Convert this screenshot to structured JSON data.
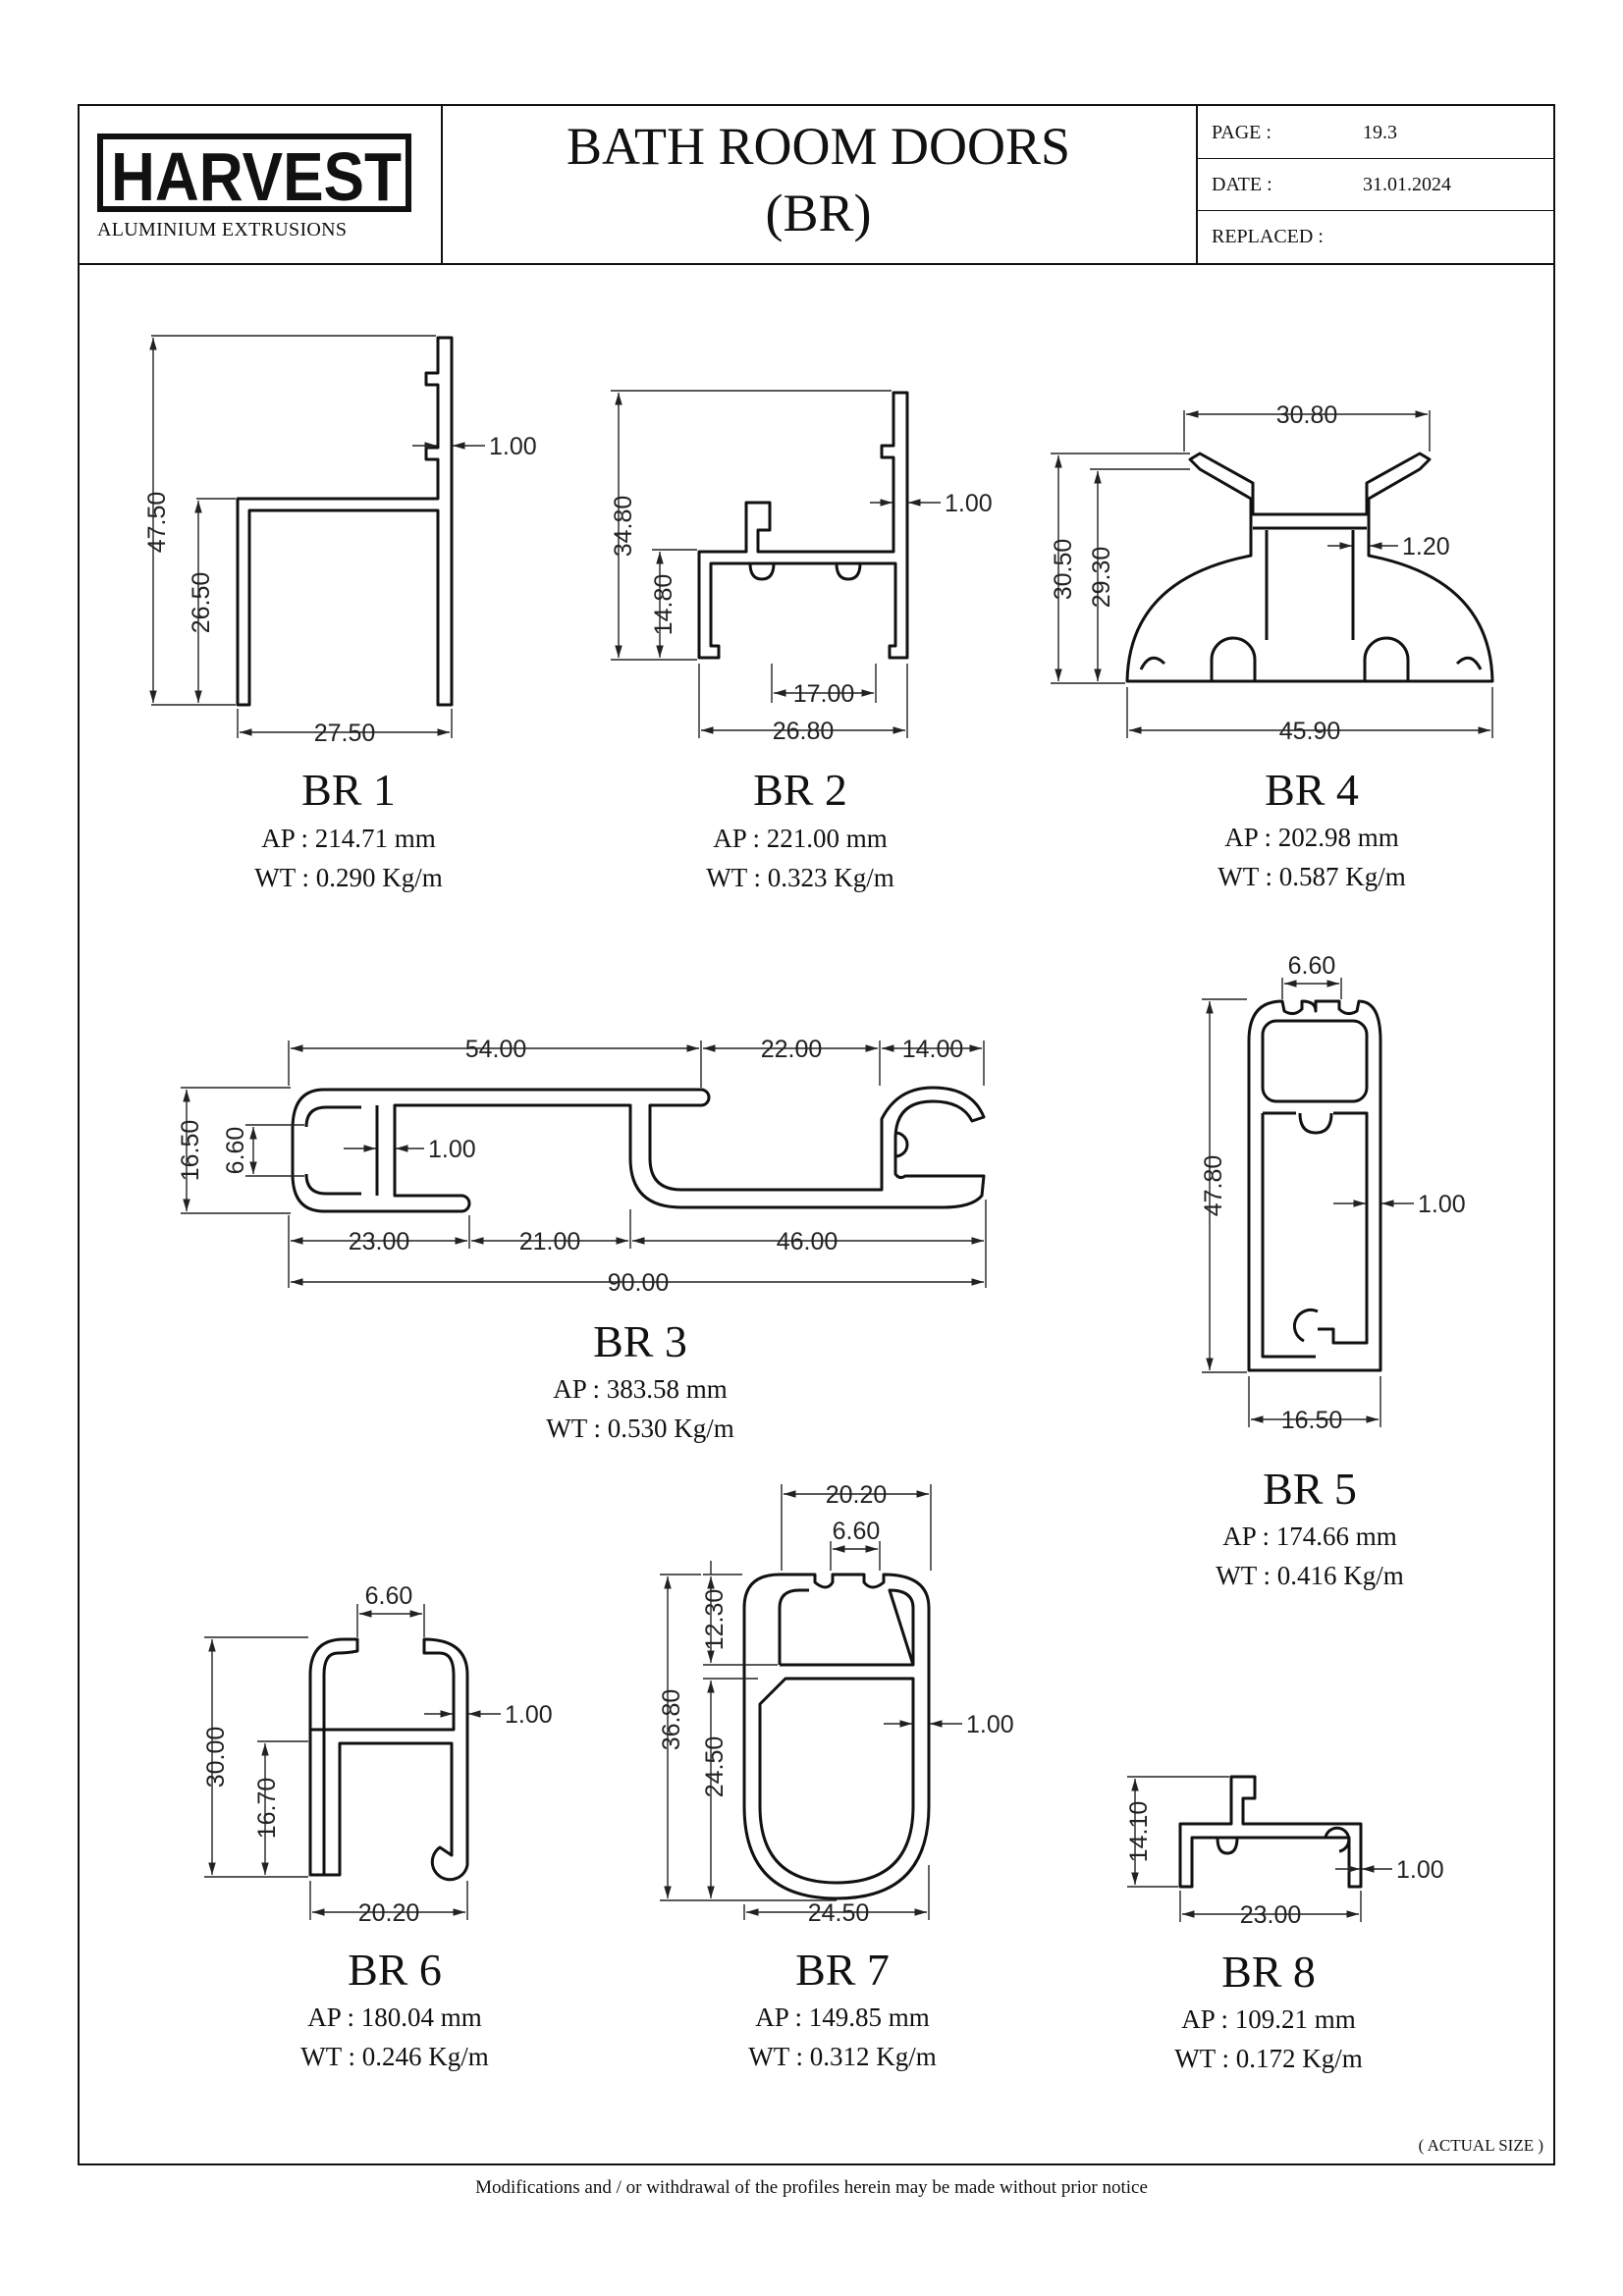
{
  "header": {
    "logo_text": "HARVEST",
    "logo_subtitle": "ALUMINIUM EXTRUSIONS",
    "title_line1": "BATH ROOM DOORS",
    "title_line2": "(BR)",
    "page_label": "PAGE :",
    "page_value": "19.3",
    "date_label": "DATE :",
    "date_value": "31.01.2024",
    "replaced_label": "REPLACED :",
    "replaced_value": ""
  },
  "profiles": {
    "br1": {
      "name": "BR 1",
      "ap": "AP : 214.71 mm",
      "wt": "WT : 0.290 Kg/m",
      "dims": [
        "47.50",
        "26.50",
        "1.00",
        "27.50"
      ]
    },
    "br2": {
      "name": "BR 2",
      "ap": "AP : 221.00 mm",
      "wt": "WT : 0.323 Kg/m",
      "dims": [
        "34.80",
        "14.80",
        "1.00",
        "17.00",
        "26.80"
      ]
    },
    "br4": {
      "name": "BR 4",
      "ap": "AP : 202.98 mm",
      "wt": "WT : 0.587 Kg/m",
      "dims": [
        "30.80",
        "30.50",
        "29.30",
        "1.20",
        "45.90"
      ]
    },
    "br3": {
      "name": "BR 3",
      "ap": "AP : 383.58 mm",
      "wt": "WT : 0.530 Kg/m",
      "dims": [
        "54.00",
        "22.00",
        "14.00",
        "16.50",
        "6.60",
        "1.00",
        "23.00",
        "21.00",
        "46.00",
        "90.00"
      ]
    },
    "br5": {
      "name": "BR 5",
      "ap": "AP : 174.66 mm",
      "wt": "WT : 0.416 Kg/m",
      "dims": [
        "6.60",
        "47.80",
        "1.00",
        "16.50"
      ]
    },
    "br6": {
      "name": "BR 6",
      "ap": "AP : 180.04 mm",
      "wt": "WT : 0.246 Kg/m",
      "dims": [
        "6.60",
        "30.00",
        "16.70",
        "1.00",
        "20.20"
      ]
    },
    "br7": {
      "name": "BR 7",
      "ap": "AP : 149.85 mm",
      "wt": "WT : 0.312 Kg/m",
      "dims": [
        "20.20",
        "6.60",
        "12.30",
        "36.80",
        "24.50",
        "1.00",
        "24.50"
      ]
    },
    "br8": {
      "name": "BR 8",
      "ap": "AP : 109.21 mm",
      "wt": "WT : 0.172 Kg/m",
      "dims": [
        "14.10",
        "1.00",
        "23.00"
      ]
    }
  },
  "note_actual": "( ACTUAL SIZE )",
  "footer": "Modifications and / or withdrawal of the profiles herein may be made without prior notice"
}
